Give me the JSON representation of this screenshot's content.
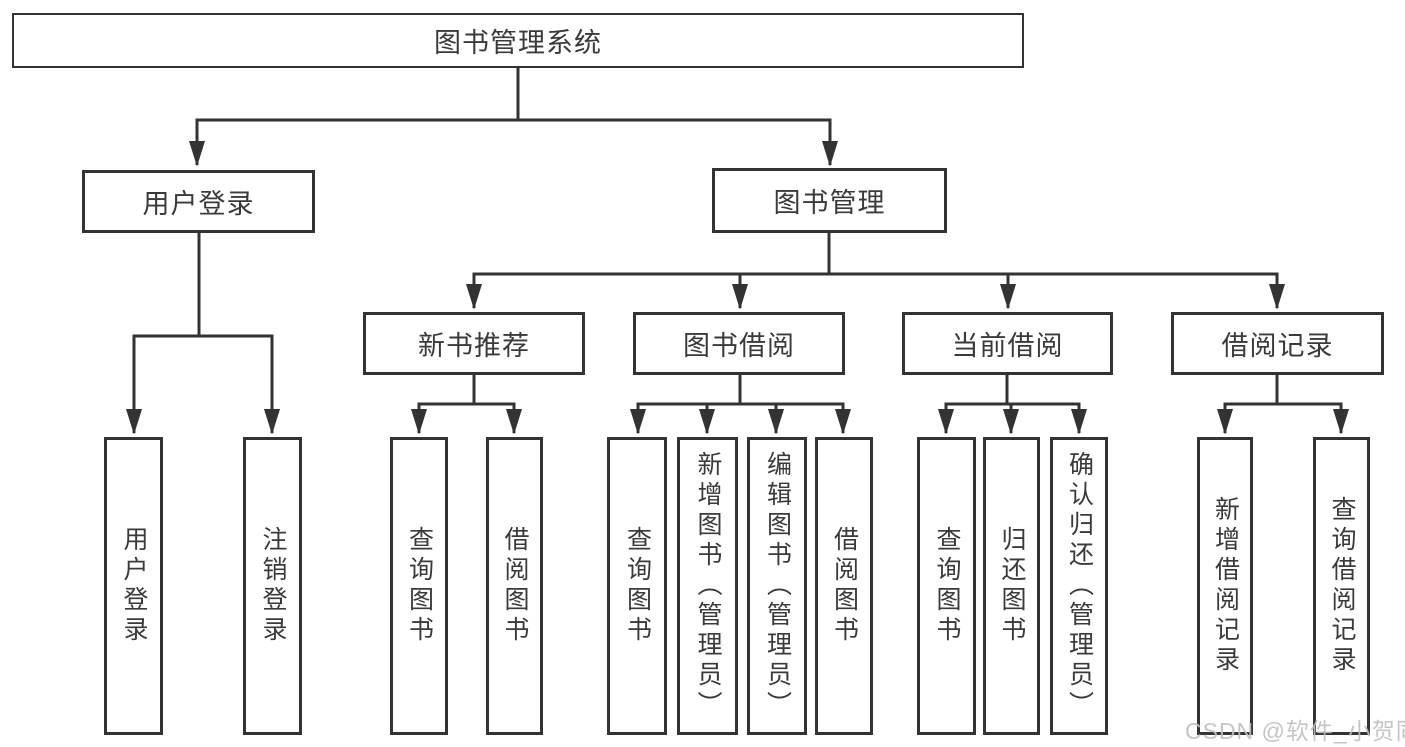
{
  "tree": {
    "root": "图书管理系统",
    "children": [
      {
        "label": "用户登录",
        "children": [
          "用户登录",
          "注销登录"
        ]
      },
      {
        "label": "图书管理",
        "children": [
          {
            "label": "新书推荐",
            "children": [
              "查询图书",
              "借阅图书"
            ]
          },
          {
            "label": "图书借阅",
            "children": [
              "查询图书",
              "新增图书（管理员）",
              "编辑图书（管理员）",
              "借阅图书"
            ]
          },
          {
            "label": "当前借阅",
            "children": [
              "查询图书",
              "归还图书",
              "确认归还（管理员）"
            ]
          },
          {
            "label": "借阅记录",
            "children": [
              "新增借阅记录",
              "查询借阅记录"
            ]
          }
        ]
      }
    ]
  },
  "watermark": {
    "text": "CSDN @软件_小贺同学"
  },
  "colors": {
    "line": "#333333",
    "box_border": "#333333",
    "box_background": "#ffffff",
    "text": "#3a3a3a",
    "watermark": "#bfbfbf",
    "page_background": "#ffffff"
  }
}
